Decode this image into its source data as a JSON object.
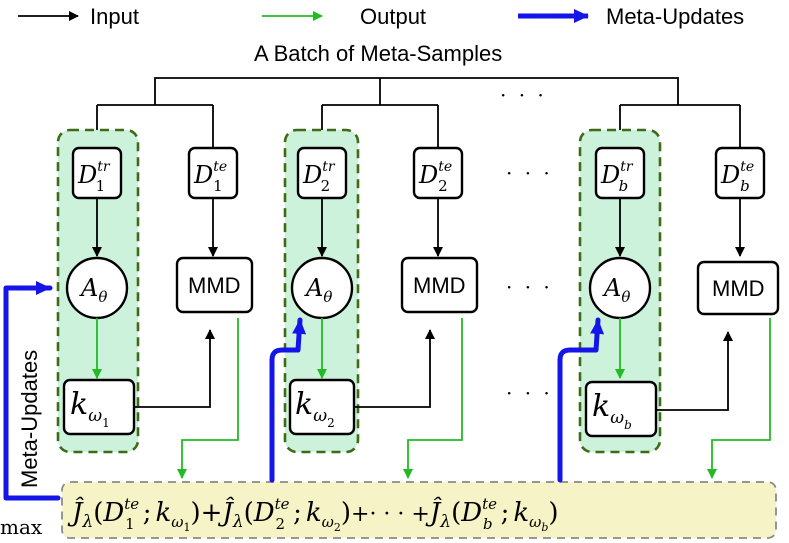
{
  "legend": {
    "input": "Input",
    "output": "Output",
    "meta_updates": "Meta-Updates"
  },
  "colors": {
    "input_arrow": "#000000",
    "output_arrow": "#22bb22",
    "meta_update_arrow": "#1515e8",
    "group_fill": "#cdf2dc",
    "group_border": "#3d6b16",
    "objective_fill": "#f6f4c6"
  },
  "title": "A Batch of Meta-Samples",
  "ellipsis": "· · ·",
  "columns": [
    {
      "train": {
        "base": "D",
        "sub": "1",
        "sup": "tr"
      },
      "test": {
        "base": "D",
        "sub": "1",
        "sup": "te"
      },
      "algo": {
        "base": "A",
        "sub": "θ"
      },
      "mmd": "MMD",
      "kernel": {
        "base": "k",
        "sub": "ω",
        "subsub": "1"
      }
    },
    {
      "train": {
        "base": "D",
        "sub": "2",
        "sup": "tr"
      },
      "test": {
        "base": "D",
        "sub": "2",
        "sup": "te"
      },
      "algo": {
        "base": "A",
        "sub": "θ"
      },
      "mmd": "MMD",
      "kernel": {
        "base": "k",
        "sub": "ω",
        "subsub": "2"
      }
    },
    {
      "train": {
        "base": "D",
        "sub": "b",
        "sup": "tr"
      },
      "test": {
        "base": "D",
        "sub": "b",
        "sup": "te"
      },
      "algo": {
        "base": "A",
        "sub": "θ"
      },
      "mmd": "MMD",
      "kernel": {
        "base": "k",
        "sub": "ω",
        "subsub": "b"
      }
    }
  ],
  "side_label": "Meta-Updates",
  "max_label": "max",
  "objective": {
    "terms": [
      {
        "J": "Ĵ",
        "lambda": "λ",
        "D": "D",
        "Dsub": "1",
        "Dsup": "te",
        "k": "k",
        "ksub": "ω",
        "ksubsub": "1"
      },
      {
        "J": "Ĵ",
        "lambda": "λ",
        "D": "D",
        "Dsub": "2",
        "Dsup": "te",
        "k": "k",
        "ksub": "ω",
        "ksubsub": "2"
      },
      {
        "J": "Ĵ",
        "lambda": "λ",
        "D": "D",
        "Dsub": "b",
        "Dsup": "te",
        "k": "k",
        "ksub": "ω",
        "ksubsub": "b"
      }
    ],
    "plus": "+",
    "cdots": "+· · · +",
    "open_paren": "(",
    "semicolon": ";",
    "close_paren": ")"
  }
}
